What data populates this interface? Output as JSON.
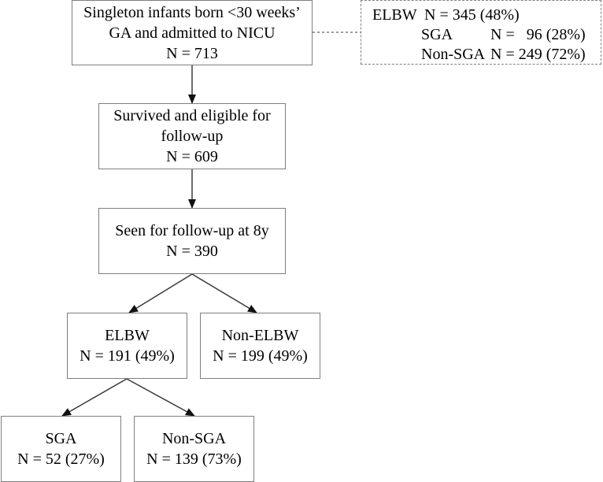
{
  "nodes": {
    "admitted": {
      "line1": "Singleton infants born <30 weeks’",
      "line2": "GA and admitted to NICU",
      "count": "N = 713"
    },
    "survived": {
      "line1": "Survived and eligible for",
      "line2": "follow-up",
      "count": "N = 609"
    },
    "seen": {
      "line1": "Seen for follow-up at 8y",
      "count": "N = 390"
    },
    "elbw": {
      "label": "ELBW",
      "count": "N = 191 (49%)"
    },
    "non_elbw": {
      "label": "Non-ELBW",
      "count": "N = 199 (49%)"
    },
    "sga": {
      "label": "SGA",
      "count": "N = 52 (27%)"
    },
    "non_sga": {
      "label": "Non-SGA",
      "count": "N = 139 (73%)"
    }
  },
  "side_box": {
    "rows": [
      {
        "label": "ELBW",
        "count": "N = 345 (48%)"
      },
      {
        "label": "SGA",
        "count": "N =   96 (28%)"
      },
      {
        "label": "Non-SGA",
        "count": "N = 249 (72%)"
      }
    ]
  },
  "colors": {
    "box_border": "#7f7f7f",
    "connector": "#3a3a3a",
    "text": "#000000"
  }
}
